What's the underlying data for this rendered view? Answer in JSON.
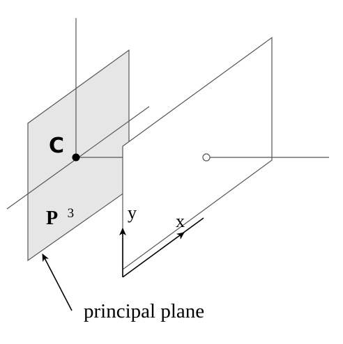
{
  "labels": {
    "camera_centre": "C",
    "principal_plane_symbol": "P",
    "principal_plane_superscript": "3",
    "axis_x": "x",
    "axis_y": "y",
    "principal_plane_caption": "principal plane"
  },
  "colors": {
    "principal_plane_fill": "#e6e6e6",
    "line": "#555555",
    "ink": "#000000"
  }
}
